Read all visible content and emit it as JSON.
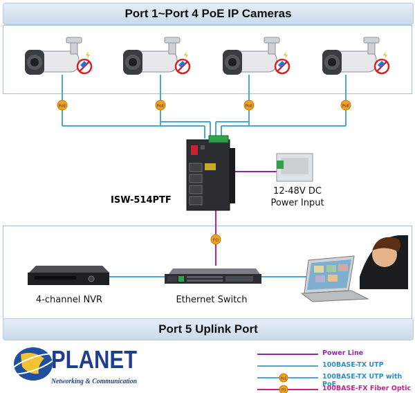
{
  "top_banner": "Port 1~Port 4 PoE IP Cameras",
  "bottom_banner": "Port 5 Uplink Port",
  "switch_model": "ISW-514PTF",
  "power_input": "12-48V DC\nPower Input",
  "nvr_label": "4-channel NVR",
  "ethernet_switch_label": "Ethernet Switch",
  "poe_badge": "PoE",
  "fiber_badge": "FO",
  "logo": {
    "name": "PLANET",
    "tagline": "Networking & Communication"
  },
  "legend": [
    {
      "label": "Power Line",
      "color": "#8b2aa0"
    },
    {
      "label": "100BASE-TX UTP",
      "color": "#4aa6d6"
    },
    {
      "label": "100BASE-TX UTP with PoE",
      "color": "#4aa6d6"
    },
    {
      "label": "100BASE-FX Fiber Optic",
      "color": "#cc1e8a"
    }
  ],
  "colors": {
    "utp": "#4aa6d6",
    "power": "#8b2aa0",
    "fiber": "#cc1e8a",
    "poe_badge": "#f3a21d"
  }
}
